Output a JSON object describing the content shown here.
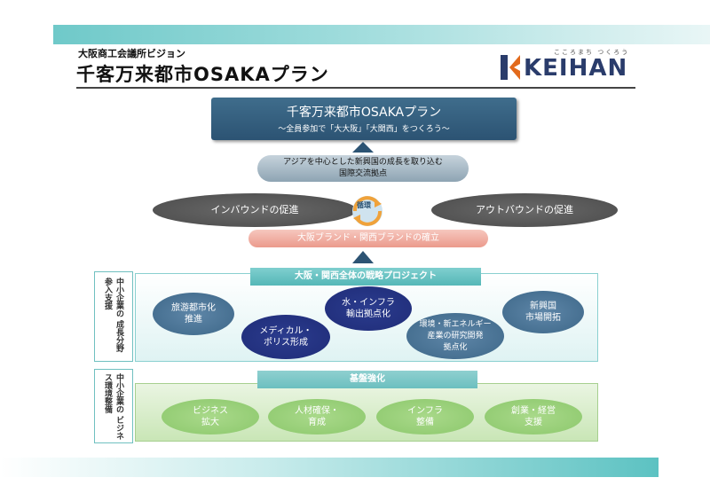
{
  "header": {
    "subtitle": "大阪商工会議所ビジョン",
    "title": "千客万来都市OSAKAプラン",
    "logo_small": "こころまち つくろう",
    "logo_text": "KEIHAN"
  },
  "plan": {
    "title": "千客万来都市OSAKAプラン",
    "tagline": "～全員参加で「大大阪」「大関西」をつくろう～"
  },
  "hub": {
    "line1": "アジアを中心とした新興国の成長を取り込む",
    "line2": "国際交流拠点"
  },
  "inbound": "インバウンドの促進",
  "outbound": "アウトバウンドの促進",
  "cycle_label": "循環",
  "brand": "大阪ブランド・関西ブランドの確立",
  "side": {
    "a": "中小企業の 成長分野参入支援",
    "b": "中小企業の ビジネス環境整備"
  },
  "strategy": {
    "header": "大阪・関西全体の戦略プロジェクト",
    "items": [
      {
        "l1": "旅游都市化",
        "l2": "推進"
      },
      {
        "l1": "メディカル・",
        "l2": "ポリス形成"
      },
      {
        "l1": "水・インフラ",
        "l2": "輸出拠点化"
      },
      {
        "l1": "環境・新エネルギー",
        "l2": "産業の研究開発",
        "l3": "拠点化"
      },
      {
        "l1": "新興国",
        "l2": "市場開拓"
      }
    ]
  },
  "foundation": {
    "header": "基盤強化",
    "items": [
      {
        "l1": "ビジネス",
        "l2": "拡大"
      },
      {
        "l1": "人材確保・",
        "l2": "育成"
      },
      {
        "l1": "インフラ",
        "l2": "整備"
      },
      {
        "l1": "創業・経営",
        "l2": "支援"
      }
    ]
  },
  "colors": {
    "band": "#6fc9c9",
    "navy": "#2c5373",
    "dark_project": "#1f2c78",
    "light_project": "#3d6788",
    "green": "#8cc86c",
    "pink": "#eb9a8c"
  }
}
